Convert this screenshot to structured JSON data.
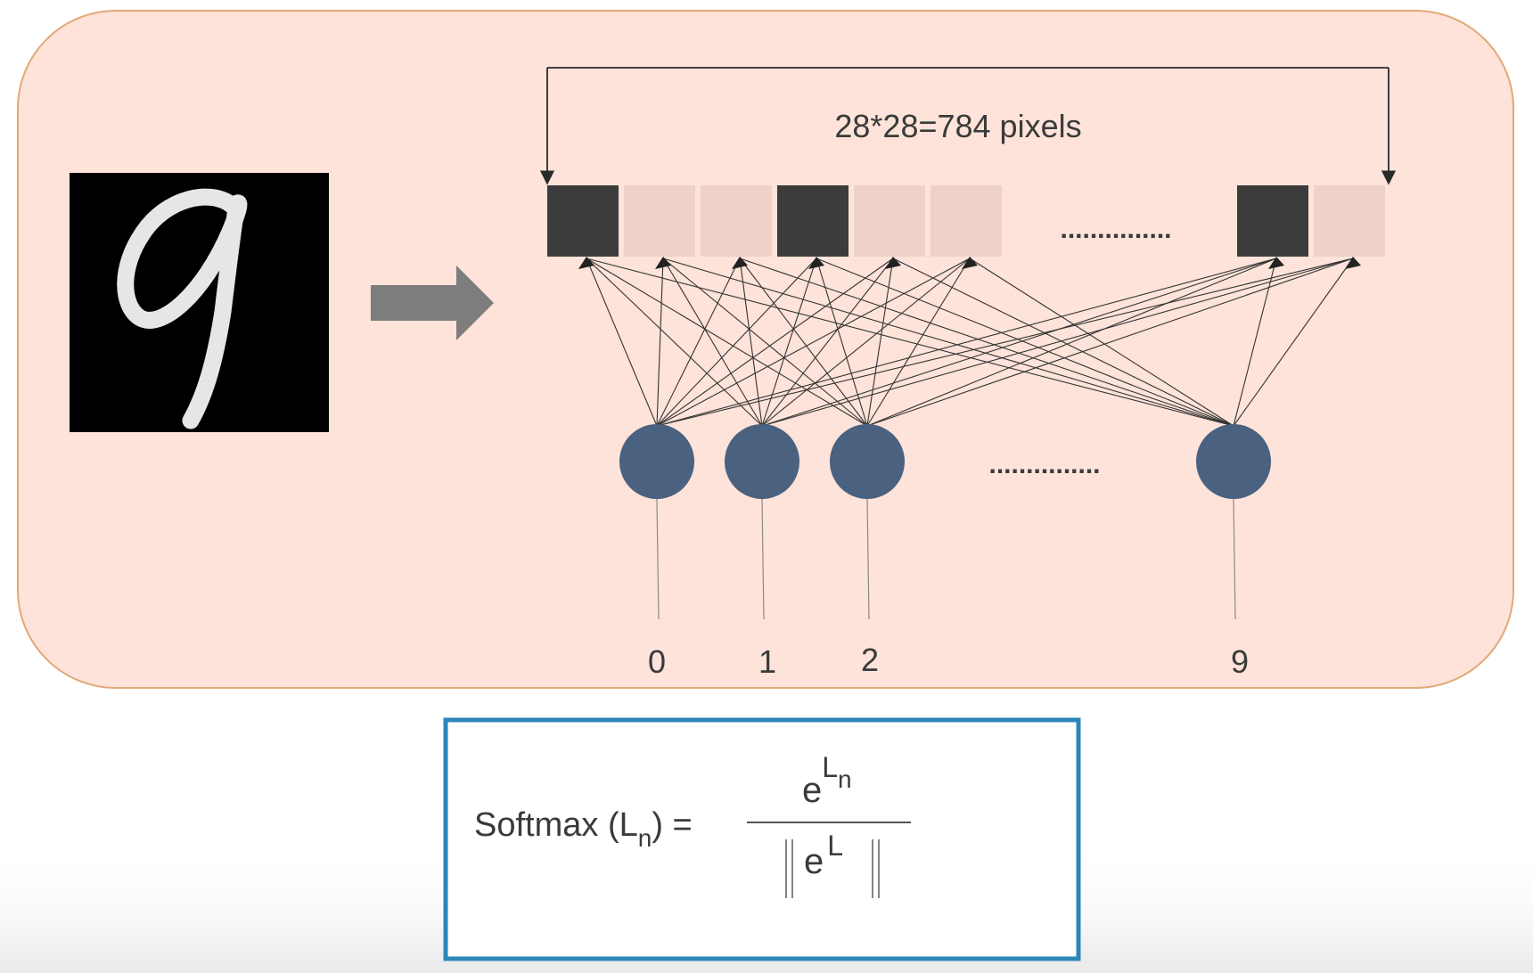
{
  "diagram": {
    "pixel_caption": "28*28=784 pixels",
    "ellipsis": "...............",
    "output_labels": [
      "0",
      "1",
      "2",
      "9"
    ],
    "pixel_pattern": [
      "dark",
      "light",
      "light",
      "dark",
      "light",
      "light",
      "dark",
      "light"
    ]
  },
  "formula": {
    "lhs": "Softmax (L",
    "lhs_sub": "n",
    "lhs_close": ") =",
    "num_base": "e",
    "num_exp": "L",
    "num_exp_sub": "n",
    "den_base": "e",
    "den_exp": "L"
  },
  "colors": {
    "panel_fill": "#fde3d9",
    "panel_stroke": "#e2a877",
    "pixel_dark": "#3c3c3c",
    "pixel_light": "#efd2c7",
    "neuron": "#4a6180",
    "arrow": "#7d7d7d",
    "formula_border": "#2d86b8"
  }
}
